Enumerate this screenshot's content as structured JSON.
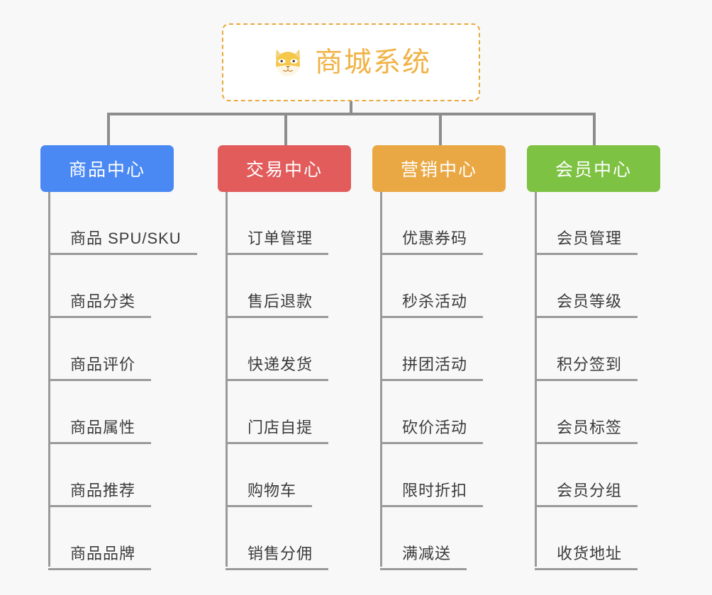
{
  "background_color": "#f8f8f8",
  "root": {
    "title": "商城系统",
    "icon": "shiba-inu-icon",
    "border_color": "#eaa93c",
    "text_color": "#f0b244",
    "fill_color": "#ffffff"
  },
  "connector_color": "#8d8d8d",
  "spine_color": "#9a9a9a",
  "columns": [
    {
      "title": "商品中心",
      "color": "#4a89f3",
      "text_color": "#ffffff",
      "items": [
        "商品 SPU/SKU",
        "商品分类",
        "商品评价",
        "商品属性",
        "商品推荐",
        "商品品牌"
      ]
    },
    {
      "title": "交易中心",
      "color": "#e25c5c",
      "text_color": "#ffffff",
      "items": [
        "订单管理",
        "售后退款",
        "快递发货",
        "门店自提",
        "购物车",
        "销售分佣"
      ]
    },
    {
      "title": "营销中心",
      "color": "#eaa844",
      "text_color": "#ffffff",
      "items": [
        "优惠券码",
        "秒杀活动",
        "拼团活动",
        "砍价活动",
        "限时折扣",
        "满减送"
      ]
    },
    {
      "title": "会员中心",
      "color": "#7dc242",
      "text_color": "#ffffff",
      "items": [
        "会员管理",
        "会员等级",
        "积分签到",
        "会员标签",
        "会员分组",
        "收货地址"
      ]
    }
  ]
}
